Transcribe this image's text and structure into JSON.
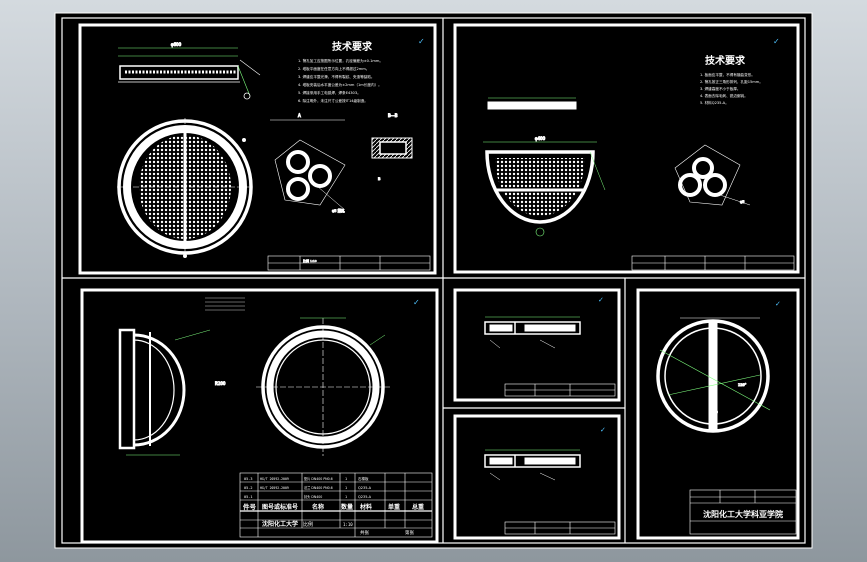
{
  "sheets": {
    "tray_sheet": {
      "tech_title": "技术要求",
      "tech_lines": [
        "1. 筛孔加工应按图所示位置，孔径偏差为±0.1mm。",
        "2. 塔板平面度在任意方向上不得超过2mm。",
        "3. 焊缝应平整光滑，不得有裂纹、夹渣等缺陷。",
        "4. 塔板安装后水平度公差为±2mm（1m长度内）。",
        "5. 焊接采用手工电弧焊，焊条E4303。",
        "6. 除注明外，未注尺寸公差按IT14级制造。"
      ],
      "detail_a_label": "A",
      "detail_b_label": "B—B",
      "hole_note": "φ5 筛孔",
      "scale_note": "比例 1:10"
    },
    "segment_sheet": {
      "tech_title": "技术要求",
      "tech_lines": [
        "1. 板面应平整，不得有翘曲变形。",
        "2. 筛孔按正三角形排列，孔距15mm。",
        "3. 焊缝高度不小于板厚。",
        "4. 表面去除毛刺、锐边倒钝。",
        "5. 材料Q235-A。"
      ],
      "hole_note": "φ5"
    },
    "parts_list": {
      "rows": [
        [
          "05-3",
          "HG/T 20592-2009",
          "垫片 DN400 PN0.6",
          "1",
          "石棉板",
          "",
          ""
        ],
        [
          "05-2",
          "HG/T 20592-2009",
          "法兰 DN400 PN0.6",
          "1",
          "Q235-A",
          "",
          ""
        ],
        [
          "05-1",
          "",
          "封头 DN400",
          "1",
          "Q235-A",
          "",
          ""
        ]
      ],
      "header": [
        "件号",
        "图号或标准号",
        "名称",
        "数量",
        "材料",
        "单重",
        "总重"
      ],
      "footer": [
        "沈阳化工大学",
        "比例",
        "1:10",
        "共张",
        "第张"
      ]
    },
    "title_block_label": "沈阳化工大学科亚学院",
    "dim_labels": [
      "φ400",
      "R200",
      "φ600",
      "120°",
      "A",
      "B"
    ]
  }
}
